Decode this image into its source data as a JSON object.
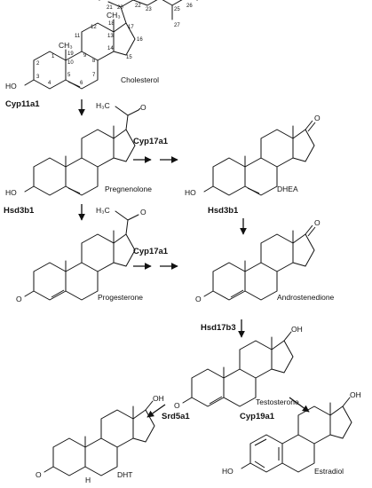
{
  "compounds": {
    "cholesterol": "Cholesterol",
    "pregnenolone": "Pregnenolone",
    "dhea": "DHEA",
    "progesterone": "Progesterone",
    "androstenedione": "Androstenedione",
    "testosterone": "Testosterone",
    "dht": "DHT",
    "estradiol": "Estradiol"
  },
  "enzymes": {
    "cyp11a1": "Cyp11a1",
    "cyp17a1_top": "Cyp17a1",
    "hsd3b1_left": "Hsd3b1",
    "hsd3b1_right": "Hsd3b1",
    "cyp17a1_mid": "Cyp17a1",
    "hsd17b3": "Hsd17b3",
    "srd5a1": "Srd5a1",
    "cyp19a1": "Cyp19a1"
  },
  "atoms": {
    "ho": "HO",
    "o": "O",
    "oh": "OH",
    "h3c": "H₃C",
    "ch3": "CH₃",
    "h": "H"
  },
  "cholesterol_numbers": [
    "1",
    "2",
    "3",
    "4",
    "5",
    "6",
    "7",
    "8",
    "9",
    "10",
    "11",
    "12",
    "13",
    "14",
    "15",
    "16",
    "17",
    "18",
    "19",
    "20",
    "21",
    "22",
    "23",
    "24",
    "25",
    "26",
    "27"
  ]
}
